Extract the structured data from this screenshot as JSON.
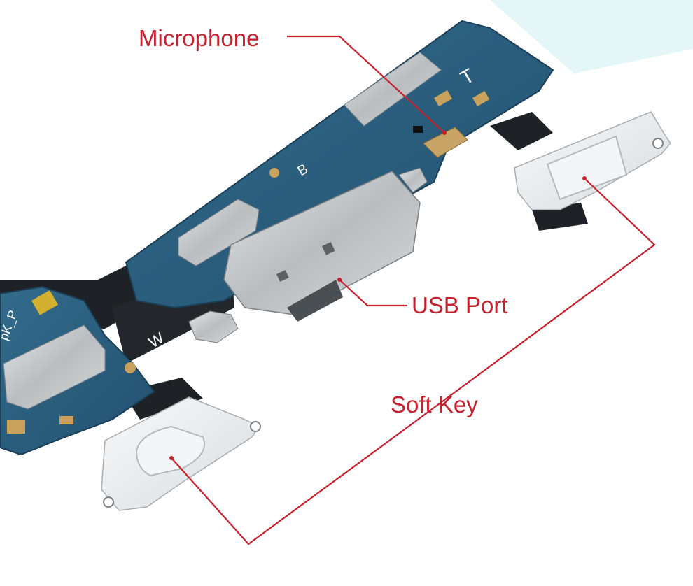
{
  "labels": {
    "microphone": "Microphone",
    "usb_port": "USB Port",
    "soft_key": "Soft Key"
  },
  "colors": {
    "callout": "#c8202c",
    "pcb": "#2b5a78",
    "flex_cable": "#1e2226",
    "metal": "#c9ccce",
    "key_plate": "#eef0f2"
  }
}
